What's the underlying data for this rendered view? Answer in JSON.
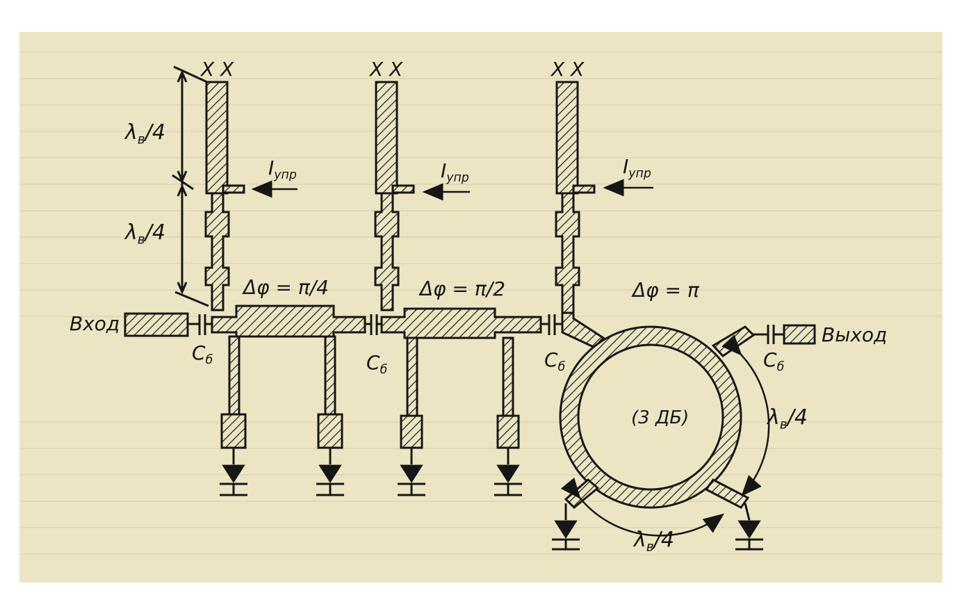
{
  "labels": {
    "xx_1": "X X",
    "xx_2": "X X",
    "xx_3": "X X",
    "lambda_upper": "λ",
    "lambda_upper_sub": "в",
    "lambda_upper_den": "/4",
    "lambda_lower": "λ",
    "lambda_lower_sub": "в",
    "lambda_lower_den": "/4",
    "i_ctrl_1": "I",
    "i_ctrl_1_sub": "упр",
    "i_ctrl_2": "I",
    "i_ctrl_2_sub": "упр",
    "i_ctrl_3": "I",
    "i_ctrl_3_sub": "упр",
    "phase_1": "Δφ = π/4",
    "phase_2": "Δφ = π/2",
    "phase_3": "Δφ = π",
    "input": "Вход",
    "output": "Выход",
    "cb_1": "С",
    "cb_1_sub": "б",
    "cb_2": "С",
    "cb_2_sub": "б",
    "cb_3": "С",
    "cb_3_sub": "б",
    "cb_4": "С",
    "cb_4_sub": "б",
    "ring": "(3 ДБ)",
    "lambda_ring_right": "λ",
    "lambda_ring_right_sub": "в",
    "lambda_ring_right_den": "/4",
    "lambda_ring_bottom": "λ",
    "lambda_ring_bottom_sub": "в",
    "lambda_ring_bottom_den": "/4"
  },
  "colors": {
    "paper": "#ece5c4",
    "ink": "#161616"
  }
}
